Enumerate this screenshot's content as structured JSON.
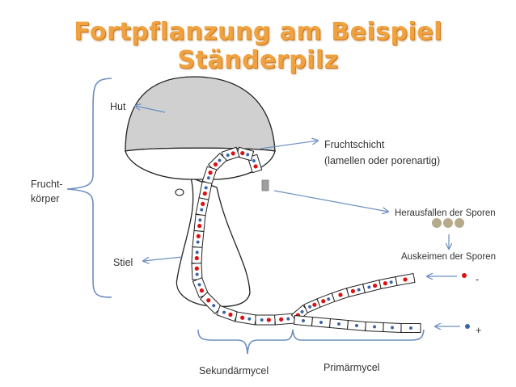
{
  "title": "Fortpflanzung am Beispiel Ständerpilz",
  "labels": {
    "hut": "Hut",
    "stiel": "Stiel",
    "fruchtkoerper_line1": "Frucht-",
    "fruchtkoerper_line2": "körper",
    "fruchtschicht_line1": "Fruchtschicht",
    "fruchtschicht_line2": "(lamellen oder porenartig)",
    "herausfallen": "Herausfallen der Sporen",
    "auskeimen": "Auskeimen der Sporen",
    "minus": "-",
    "plus": "+",
    "sekundaermycel": "Sekundärmycel",
    "primaermycel": "Primärmycel"
  },
  "colors": {
    "title": "#f0a240",
    "bracket": "#6c8ebf",
    "cap_fill": "#d0d0d0",
    "spore": "#b5aa8a",
    "nucleus_red": "#dd1111",
    "nucleus_blue": "#3a64a8",
    "outline": "#222222"
  },
  "icons": {
    "spore": "spore-dot",
    "arrow": "arrow-icon"
  }
}
